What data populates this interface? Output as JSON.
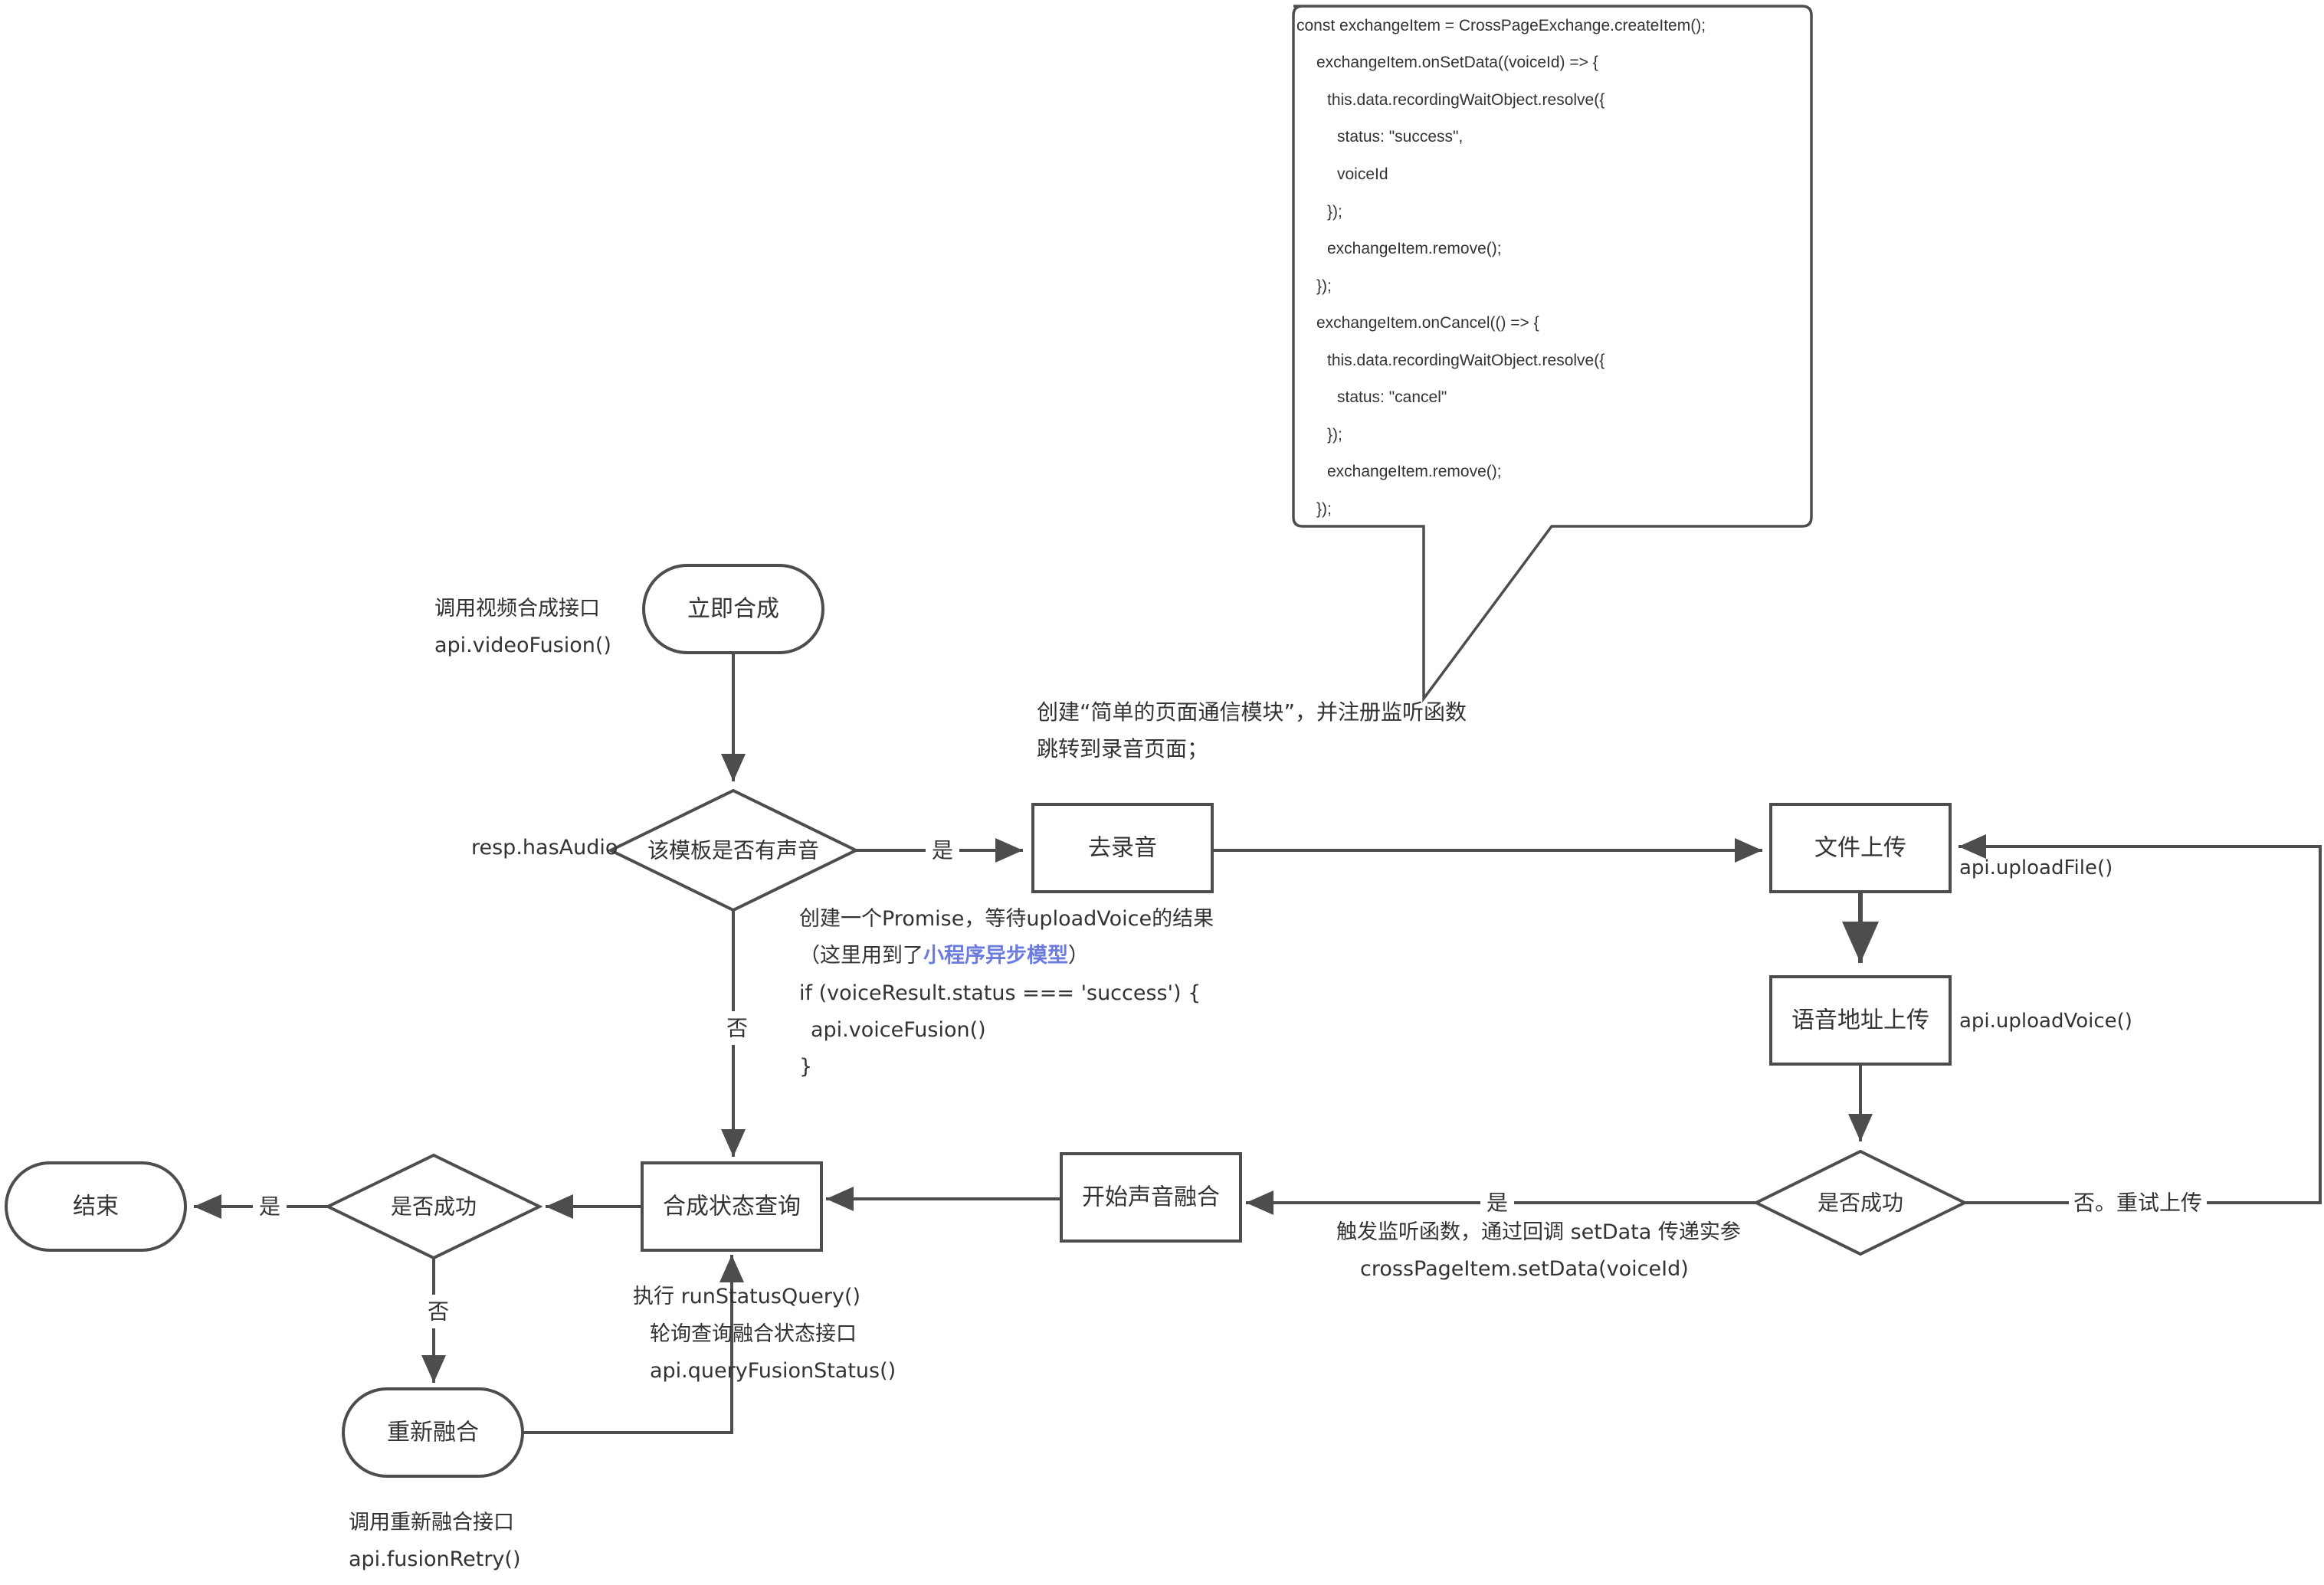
{
  "nodes": {
    "start": "立即合成",
    "has_audio": "该模板是否有声音",
    "go_record": "去录音",
    "upload_file": "文件上传",
    "upload_voice": "语音地址上传",
    "upload_success": "是否成功",
    "start_fusion": "开始声音融合",
    "status_query": "合成状态查询",
    "fusion_success": "是否成功",
    "end": "结束",
    "refusion": "重新融合"
  },
  "edges": {
    "has_audio_yes": "是",
    "has_audio_no": "否",
    "upload_yes": "是",
    "upload_no_retry": "否。重试上传",
    "fusion_yes": "是",
    "fusion_no": "否"
  },
  "notes": {
    "call_fusion_1": "调用视频合成接口",
    "call_fusion_2": "api.videoFusion()",
    "has_audio_field": "resp.hasAudio",
    "create_exchange_1": "创建“简单的页面通信模块”，并注册监听函数",
    "create_exchange_2": "跳转到录音页面；",
    "promise_1": "创建一个Promise，等待uploadVoice的结果",
    "promise_2_prefix": "（这里用到了",
    "promise_2_link": "小程序异步模型",
    "promise_2_suffix": "）",
    "promise_3": "if (voiceResult.status === 'success') {",
    "promise_4": "api.voiceFusion()",
    "promise_5": "}",
    "upload_file_api": "api.uploadFile()",
    "upload_voice_api": "api.uploadVoice()",
    "trigger_1": "触发监听函数，通过回调 setData 传递实参",
    "trigger_2": "crossPageItem.setData(voiceId)",
    "run_query_1": "执行 runStatusQuery()",
    "run_query_2": "轮询查询融合状态接口",
    "run_query_3": "api.queryFusionStatus()",
    "retry_1": "调用重新融合接口",
    "retry_2": "api.fusionRetry()"
  },
  "callout": {
    "lines": [
      "const exchangeItem = CrossPageExchange.createItem();",
      "exchangeItem.onSetData((voiceId) => {",
      "this.data.recordingWaitObject.resolve({",
      "status: \"success\",",
      "voiceId",
      "});",
      "exchangeItem.remove();",
      "});",
      "exchangeItem.onCancel(() => {",
      "this.data.recordingWaitObject.resolve({",
      "status: \"cancel\"",
      "});",
      "exchangeItem.remove();",
      "});"
    ]
  },
  "colors": {
    "stroke": "#4d4d4d",
    "text": "#333333",
    "link": "#6b7be0",
    "background": "#ffffff"
  }
}
